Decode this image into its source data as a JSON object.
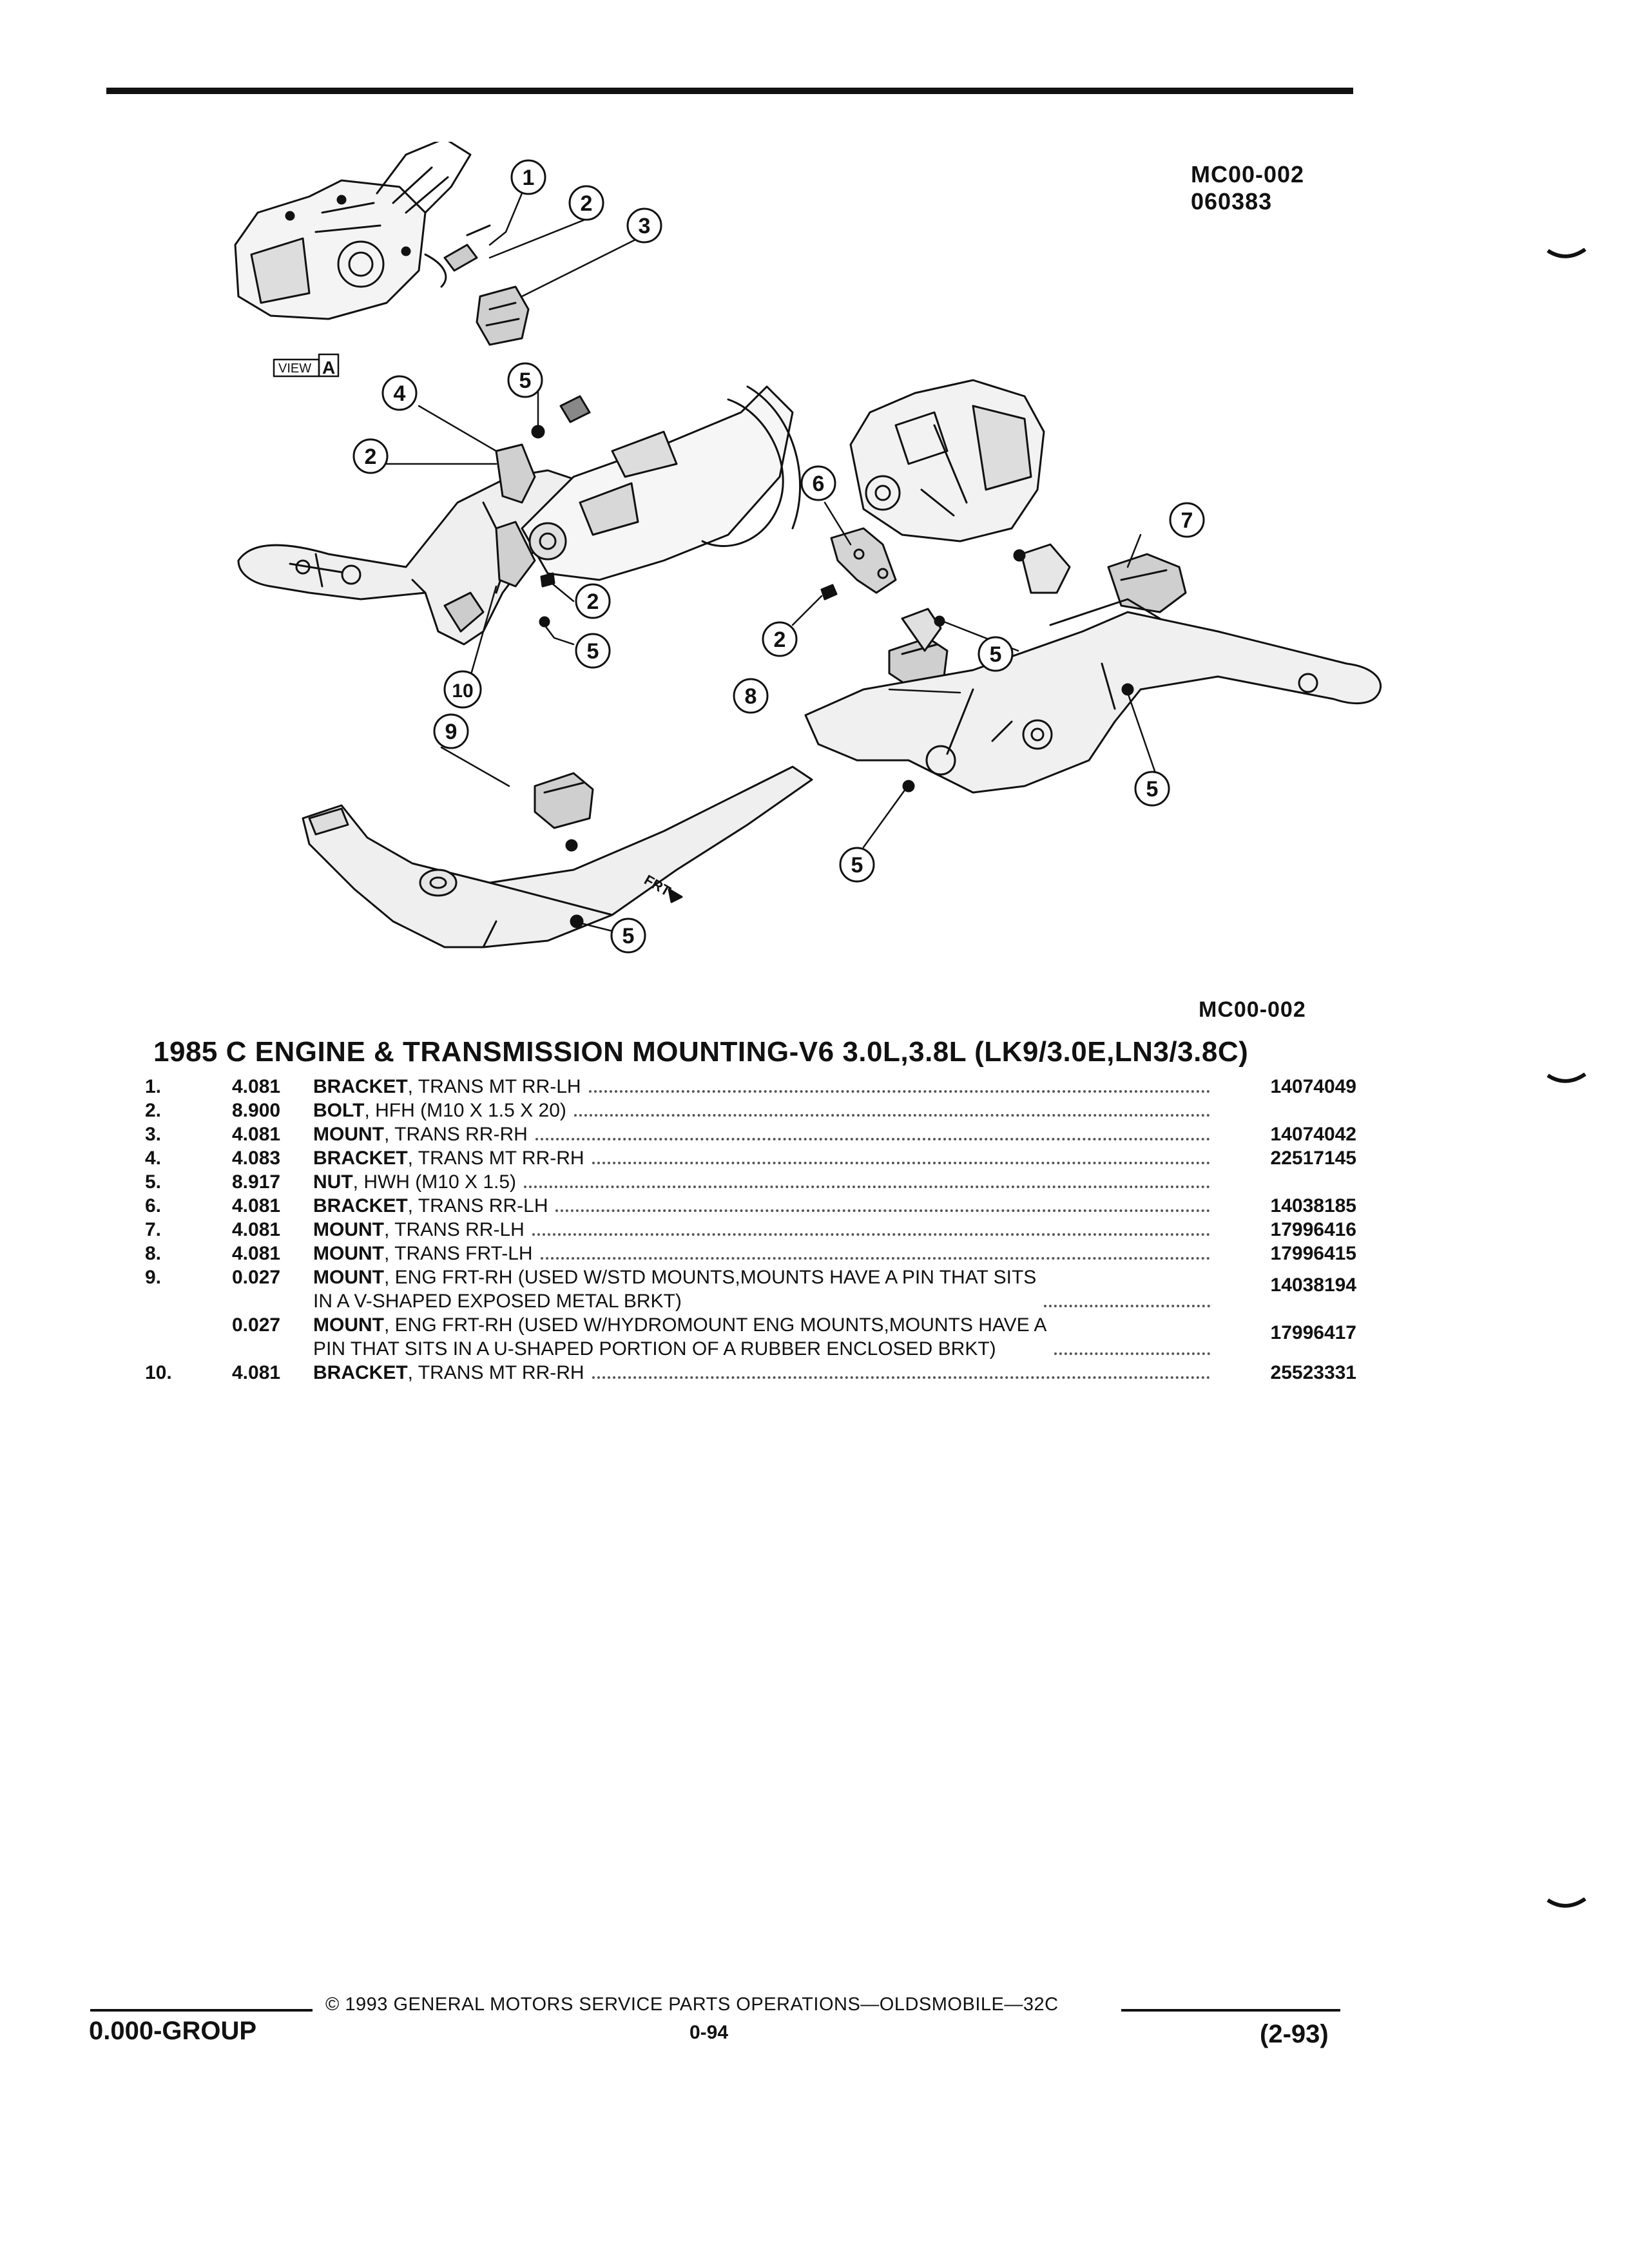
{
  "ref_codes": [
    "MC00-002",
    "060383"
  ],
  "diagram": {
    "view_label": "VIEW",
    "view_letter": "A",
    "frt_label": "FRT"
  },
  "figure_id": "MC00-002",
  "section_title": "1985 C ENGINE & TRANSMISSION MOUNTING-V6 3.0L,3.8L (LK9/3.0E,LN3/3.8C)",
  "parts": [
    {
      "num": "1.",
      "code": "4.081",
      "name": "BRACKET",
      "desc": ", TRANS MT RR-LH",
      "pn": "14074049"
    },
    {
      "num": "2.",
      "code": "8.900",
      "name": "BOLT",
      "desc": ", HFH (M10 X 1.5 X 20)",
      "pn": ""
    },
    {
      "num": "3.",
      "code": "4.081",
      "name": "MOUNT",
      "desc": ", TRANS RR-RH",
      "pn": "14074042"
    },
    {
      "num": "4.",
      "code": "4.083",
      "name": "BRACKET",
      "desc": ", TRANS MT RR-RH",
      "pn": "22517145"
    },
    {
      "num": "5.",
      "code": "8.917",
      "name": "NUT",
      "desc": ", HWH (M10 X 1.5)",
      "pn": ""
    },
    {
      "num": "6.",
      "code": "4.081",
      "name": "BRACKET",
      "desc": ", TRANS RR-LH",
      "pn": "14038185"
    },
    {
      "num": "7.",
      "code": "4.081",
      "name": "MOUNT",
      "desc": ", TRANS RR-LH",
      "pn": "17996416"
    },
    {
      "num": "8.",
      "code": "4.081",
      "name": "MOUNT",
      "desc": ", TRANS FRT-LH",
      "pn": "17996415"
    },
    {
      "num": "9.",
      "code": "0.027",
      "name": "MOUNT",
      "desc": ", ENG FRT-RH (USED W/STD MOUNTS,MOUNTS HAVE A PIN THAT SITS\nIN A V-SHAPED EXPOSED METAL BRKT)",
      "pn": "14038194"
    },
    {
      "num": "",
      "code": "0.027",
      "name": "MOUNT",
      "desc": ", ENG FRT-RH (USED W/HYDROMOUNT ENG MOUNTS,MOUNTS HAVE A\nPIN THAT SITS IN A U-SHAPED PORTION OF A RUBBER ENCLOSED BRKT)",
      "pn": "17996417"
    },
    {
      "num": "10.",
      "code": "4.081",
      "name": "BRACKET",
      "desc": ", TRANS MT RR-RH",
      "pn": "25523331"
    }
  ],
  "footer": {
    "copyright": "© 1993 GENERAL MOTORS SERVICE PARTS OPERATIONS—OLDSMOBILE—32C",
    "group": "0.000-GROUP",
    "page": "0-94",
    "date": "(2-93)"
  }
}
